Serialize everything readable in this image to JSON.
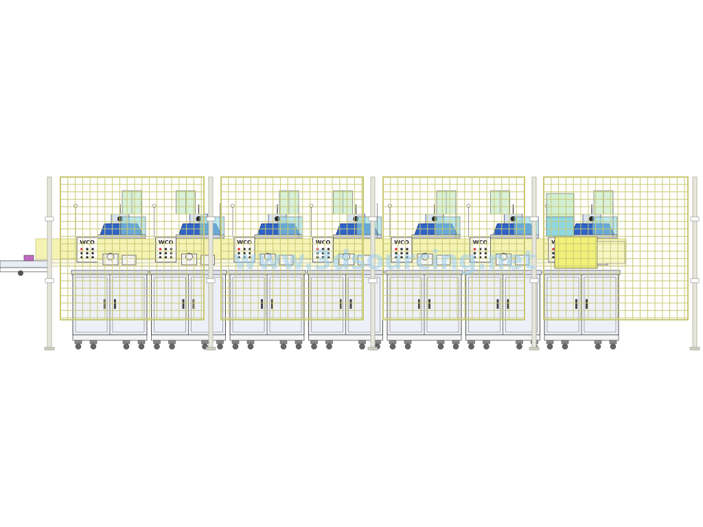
{
  "drawing": {
    "station_label": "WCO",
    "watermark": "www.3dsourcing.net",
    "station_count": 7,
    "colors": {
      "background": "#ffffff",
      "fence_mesh": "#c8c874",
      "fence_post": "#b8b8a8",
      "line": "#3a3a3a",
      "cabinet_fill": "#eef0f8",
      "robot_blue": "#2f63c8",
      "glass_green": "#bfe8c0",
      "cyan_block": "#8fd8e0",
      "conveyor_yellow": "#f5f3b4",
      "accent_yellow": "#f0f07a",
      "watermark": "#9fd0f0"
    }
  }
}
